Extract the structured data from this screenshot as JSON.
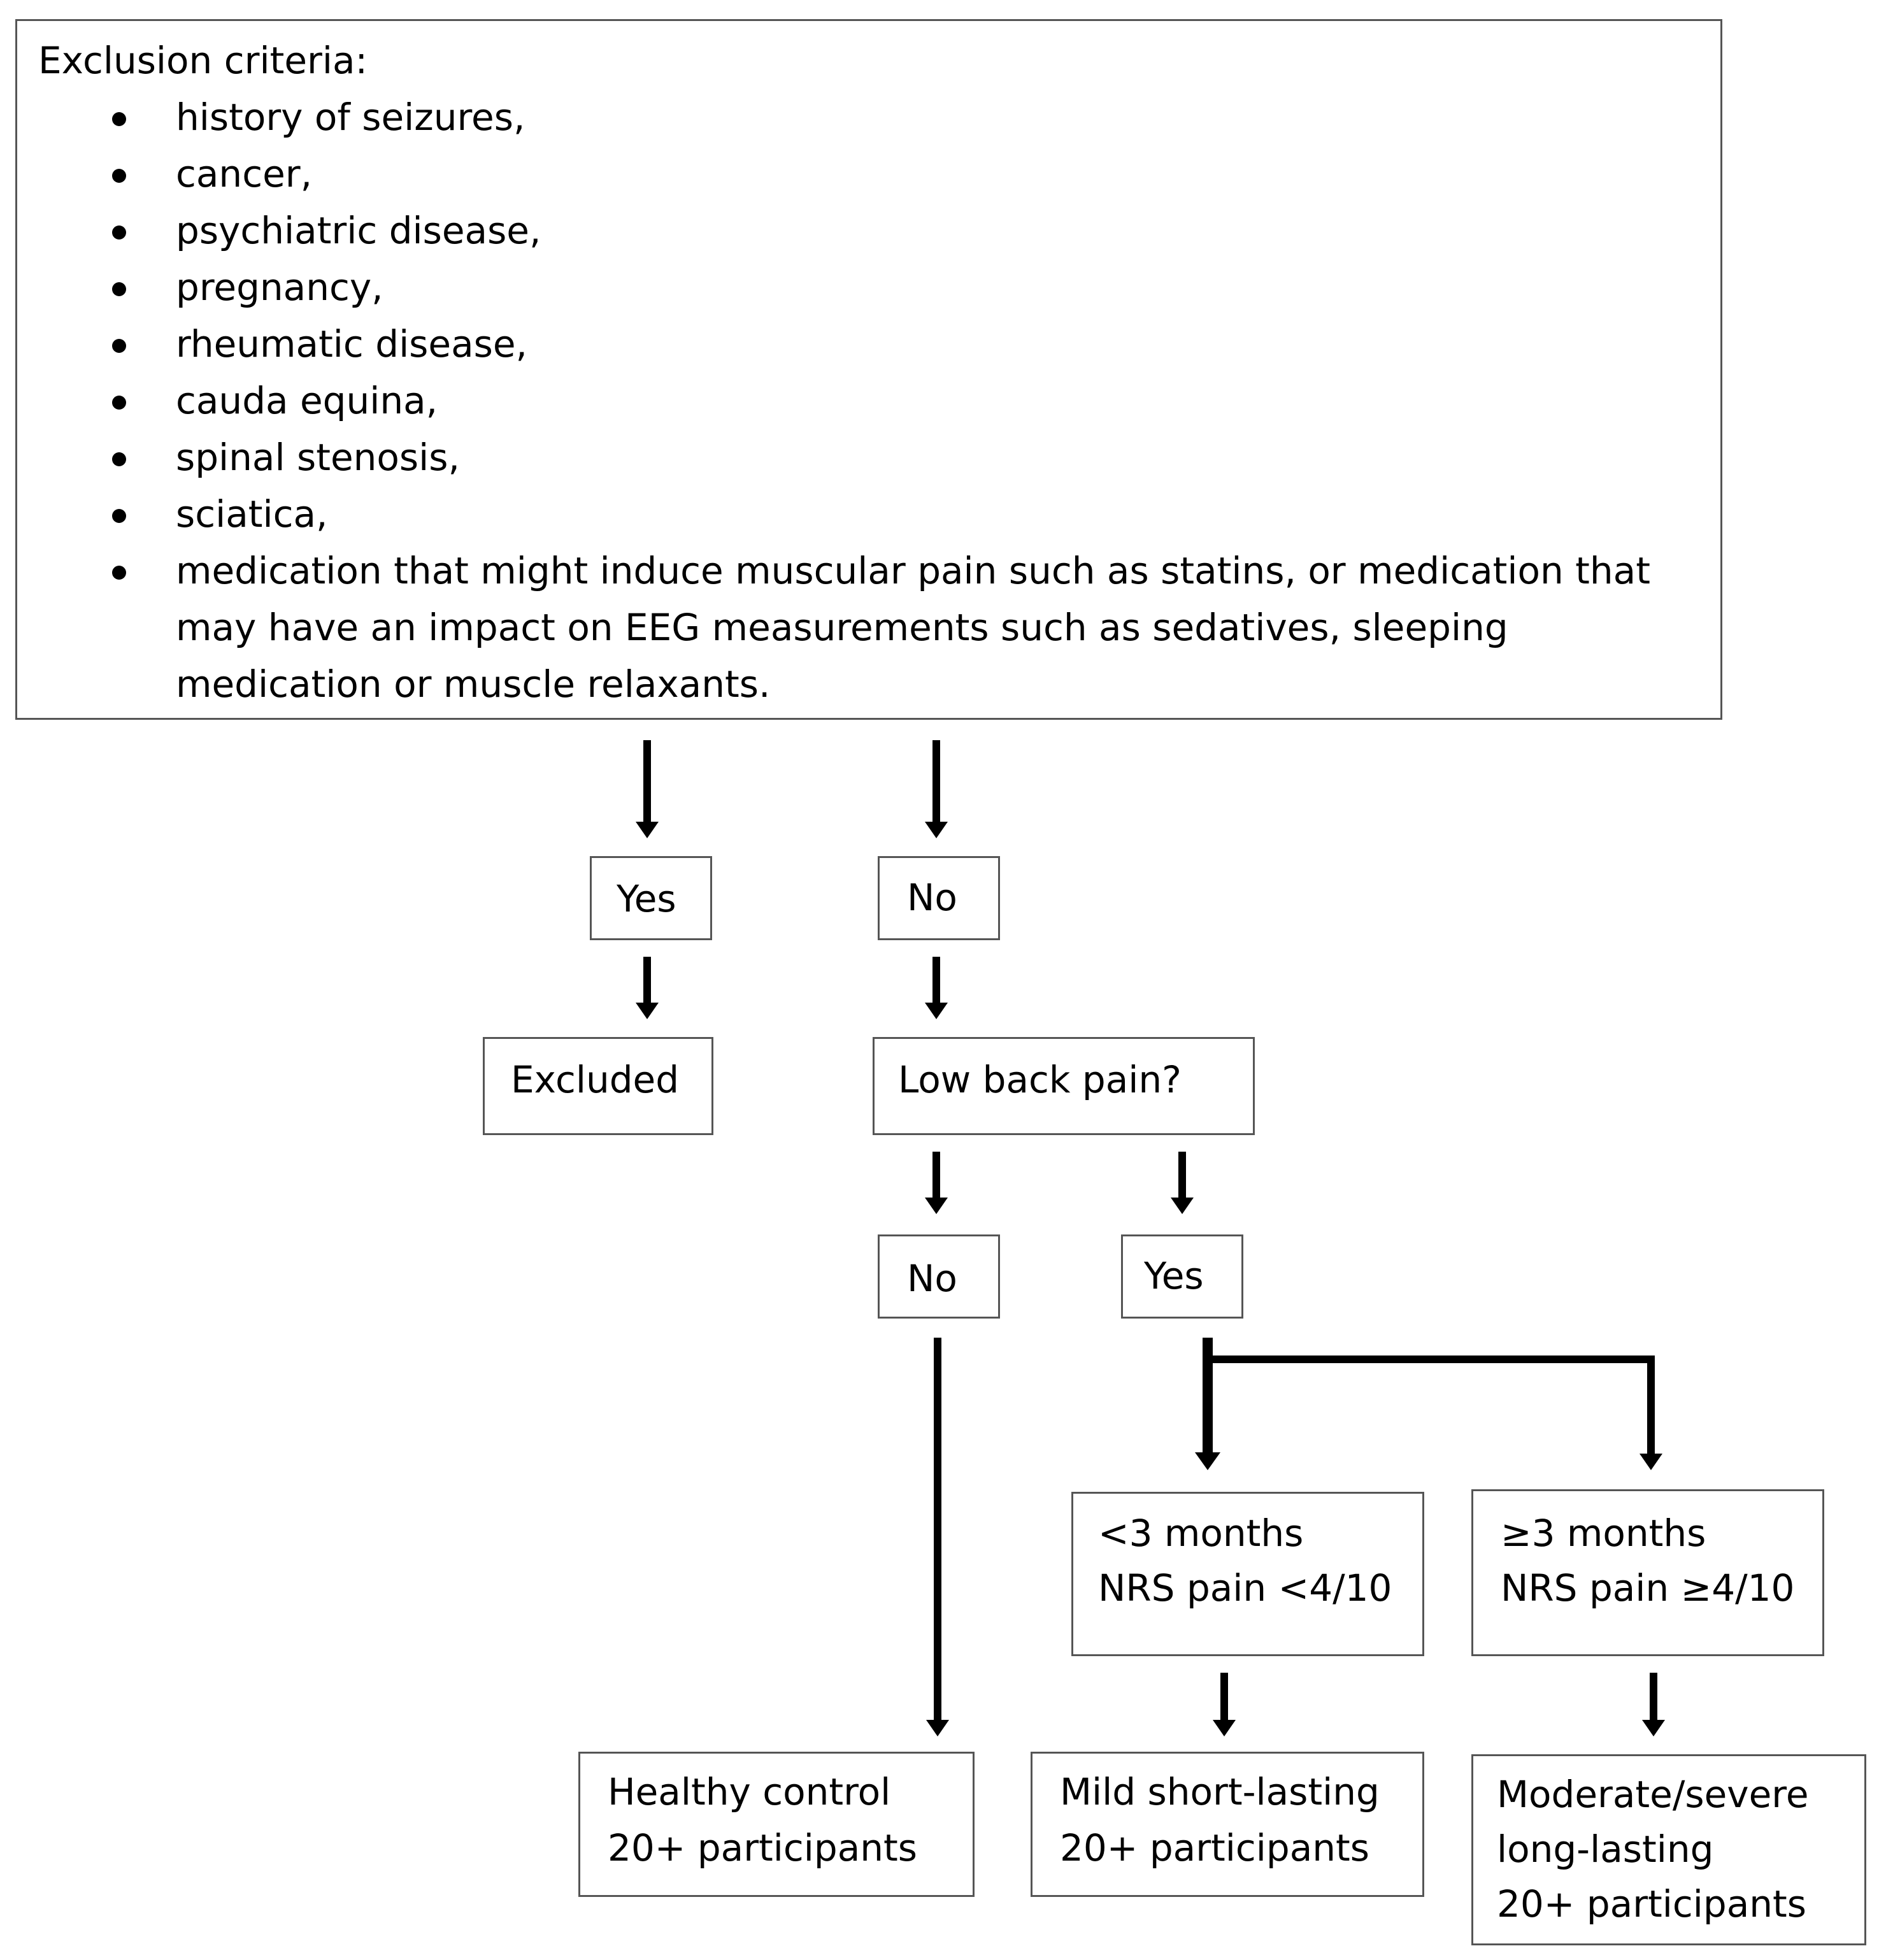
{
  "exclusion": {
    "title": "Exclusion criteria:",
    "items": [
      "history of seizures,",
      "cancer,",
      "psychiatric disease,",
      "pregnancy,",
      "rheumatic disease,",
      "cauda equina,",
      "spinal stenosis,",
      "sciatica,",
      "medication that might induce muscular pain such as statins, or medication that may have an impact on EEG measurements such as sedatives, sleeping medication or muscle relaxants."
    ]
  },
  "decision1": {
    "yes": "Yes",
    "no": "No"
  },
  "excluded": "Excluded",
  "low_back_pain": "Low back pain?",
  "decision2": {
    "no": "No",
    "yes": "Yes"
  },
  "criteria": {
    "short": {
      "line1": "<3 months",
      "line2": "NRS pain <4/10"
    },
    "long": {
      "line1": "≥3 months",
      "line2": "NRS pain ≥4/10"
    }
  },
  "groups": {
    "healthy": {
      "line1": "Healthy control",
      "line2": "20+ participants"
    },
    "mild": {
      "line1": "Mild short-lasting",
      "line2": "20+ participants"
    },
    "moderate": {
      "line1": "Moderate/severe",
      "line2": "long-lasting",
      "line3": "20+ participants"
    }
  }
}
